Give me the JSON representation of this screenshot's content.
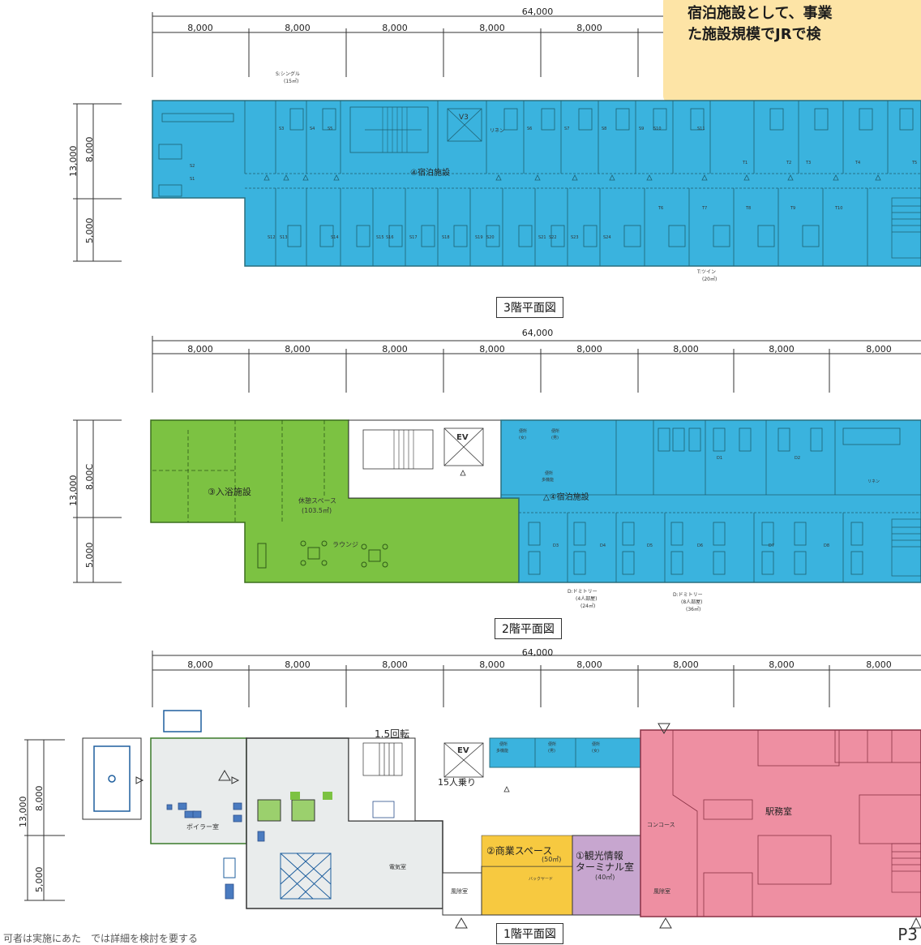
{
  "callout": {
    "line1": "宿泊施設として、事業",
    "line2": "た施設規模でJRで検"
  },
  "floor3": {
    "total_dim": "64,000",
    "bay_dims": [
      "8,000",
      "8,000",
      "8,000",
      "8,000",
      "8,000"
    ],
    "side_dims": {
      "total": "13,000",
      "upper": "8,000",
      "lower": "5,000"
    },
    "note_single": "S:シングル",
    "note_single_area": "(15㎡)",
    "note_twin": "T:ツイン",
    "note_twin_area": "(20㎡)",
    "area_label": "④宿泊施設",
    "linen": "リネン",
    "elevator": "V3",
    "rooms_top": [
      "S3",
      "S4",
      "S5",
      "S6",
      "S7",
      "S8",
      "S9",
      "S10",
      "S11"
    ],
    "rooms_left": [
      "S2",
      "S1"
    ],
    "rooms_bottom": [
      "S12",
      "S13",
      "S14",
      "S15",
      "S16",
      "S17",
      "S18",
      "S19",
      "S20",
      "S21",
      "S22",
      "S23",
      "S24"
    ],
    "twin_top": [
      "T1",
      "T2",
      "T3",
      "T4",
      "T5"
    ],
    "twin_bottom": [
      "T6",
      "T7",
      "T8",
      "T9",
      "T10"
    ],
    "caption": "3階平面図"
  },
  "floor2": {
    "total_dim": "64,000",
    "bay_dims": [
      "8,000",
      "8,000",
      "8,000",
      "8,000",
      "8,000",
      "8,000",
      "8,000",
      "8,000"
    ],
    "side_dims": {
      "total": "13,000",
      "upper": "8,00C",
      "lower": "5,000"
    },
    "area_bath": "③入浴施設",
    "rest_space": "休憩スペース",
    "rest_space_area": "(103.5㎡)",
    "lounge": "ラウンジ",
    "elevator": "EV",
    "toilet_f": "便所",
    "toilet_f2": "(女)",
    "toilet_m": "便所",
    "toilet_m2": "(男)",
    "toilet_multi": "便所",
    "toilet_multi2": "多機能",
    "area_lodging": "△④宿泊施設",
    "dorm_rooms_top": [
      "D1",
      "D2"
    ],
    "dorm_rooms_bottom": [
      "D3",
      "D4",
      "D5",
      "D6",
      "D7",
      "D8"
    ],
    "note_dorm4": "D:ドミトリー",
    "note_dorm4_b": "(4人部屋)",
    "note_dorm4_c": "(24㎡)",
    "note_dorm8": "D:ドミトリー",
    "note_dorm8_b": "(8人部屋)",
    "note_dorm8_c": "(36㎡)",
    "linen": "リネン",
    "caption": "2階平面図"
  },
  "floor1": {
    "total_dim": "64,000",
    "bay_dims": [
      "8,000",
      "8,000",
      "8,000",
      "8,000",
      "8,000",
      "8,000",
      "8,000",
      "8,000"
    ],
    "side_dims": {
      "total": "13,000",
      "upper": "8,000",
      "lower": "5,000"
    },
    "stair_note": "1.5回転",
    "elevator": "EV",
    "elevator_cap": "15人乗り",
    "toilet_multi": "便所",
    "toilet_multi2": "多機能",
    "toilet_m": "便所",
    "toilet_m2": "(男)",
    "toilet_f": "便所",
    "toilet_f2": "(女)",
    "boiler": "ボイラー室",
    "electric": "電気室",
    "windbreak": "風除室",
    "commercial": "②商業スペース",
    "commercial_area": "(50㎡)",
    "backyard": "バックヤード",
    "tourist1": "①観光情報",
    "tourist2": "ターミナル室",
    "tourist_area": "(40㎡)",
    "concourse": "コンコース",
    "station_office": "駅務室",
    "windbreak2": "風除室",
    "caption": "1階平面図"
  },
  "footer_note": "可者は実施にあた　では詳細を検討を要する",
  "page_no": "P3",
  "colors": {
    "lodging": "#3ab3de",
    "bath": "#7cc242",
    "station": "#ee8fa2",
    "commercial": "#f7c940",
    "tourist": "#c7a6cf",
    "mechanical": "#e9ecec",
    "callout": "#fde4a6"
  }
}
